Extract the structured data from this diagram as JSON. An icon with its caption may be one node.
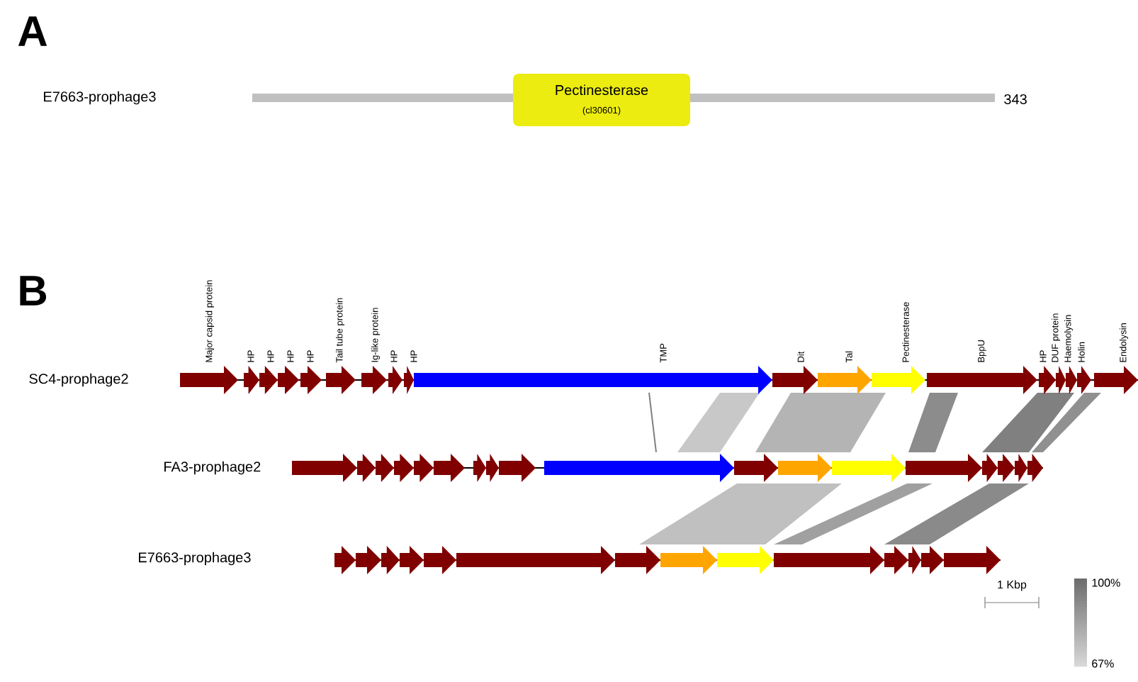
{
  "diagram": {
    "nodes": [
      {
        "text": [
          "Pectinesterase",
          "(cl30601)"
        ]
      }
    ],
    "labels": [
      "A",
      "E7663-prophage3",
      "343",
      "B",
      "Major capsid protein",
      "HP",
      "HP",
      "HP",
      "HP",
      "Tail tube protein",
      "Ig-like protein",
      "HP",
      "HP",
      "TMP",
      "Dit",
      "Tal",
      "Pectinesterase",
      "BppU",
      "HP",
      "DUF protein",
      "Haemolysin",
      "Holin",
      "Endolysin",
      "SC4-prophage2",
      "FA3-prophage2",
      "E7663-prophage3",
      "1 Kbp",
      "100%",
      "67%"
    ]
  }
}
